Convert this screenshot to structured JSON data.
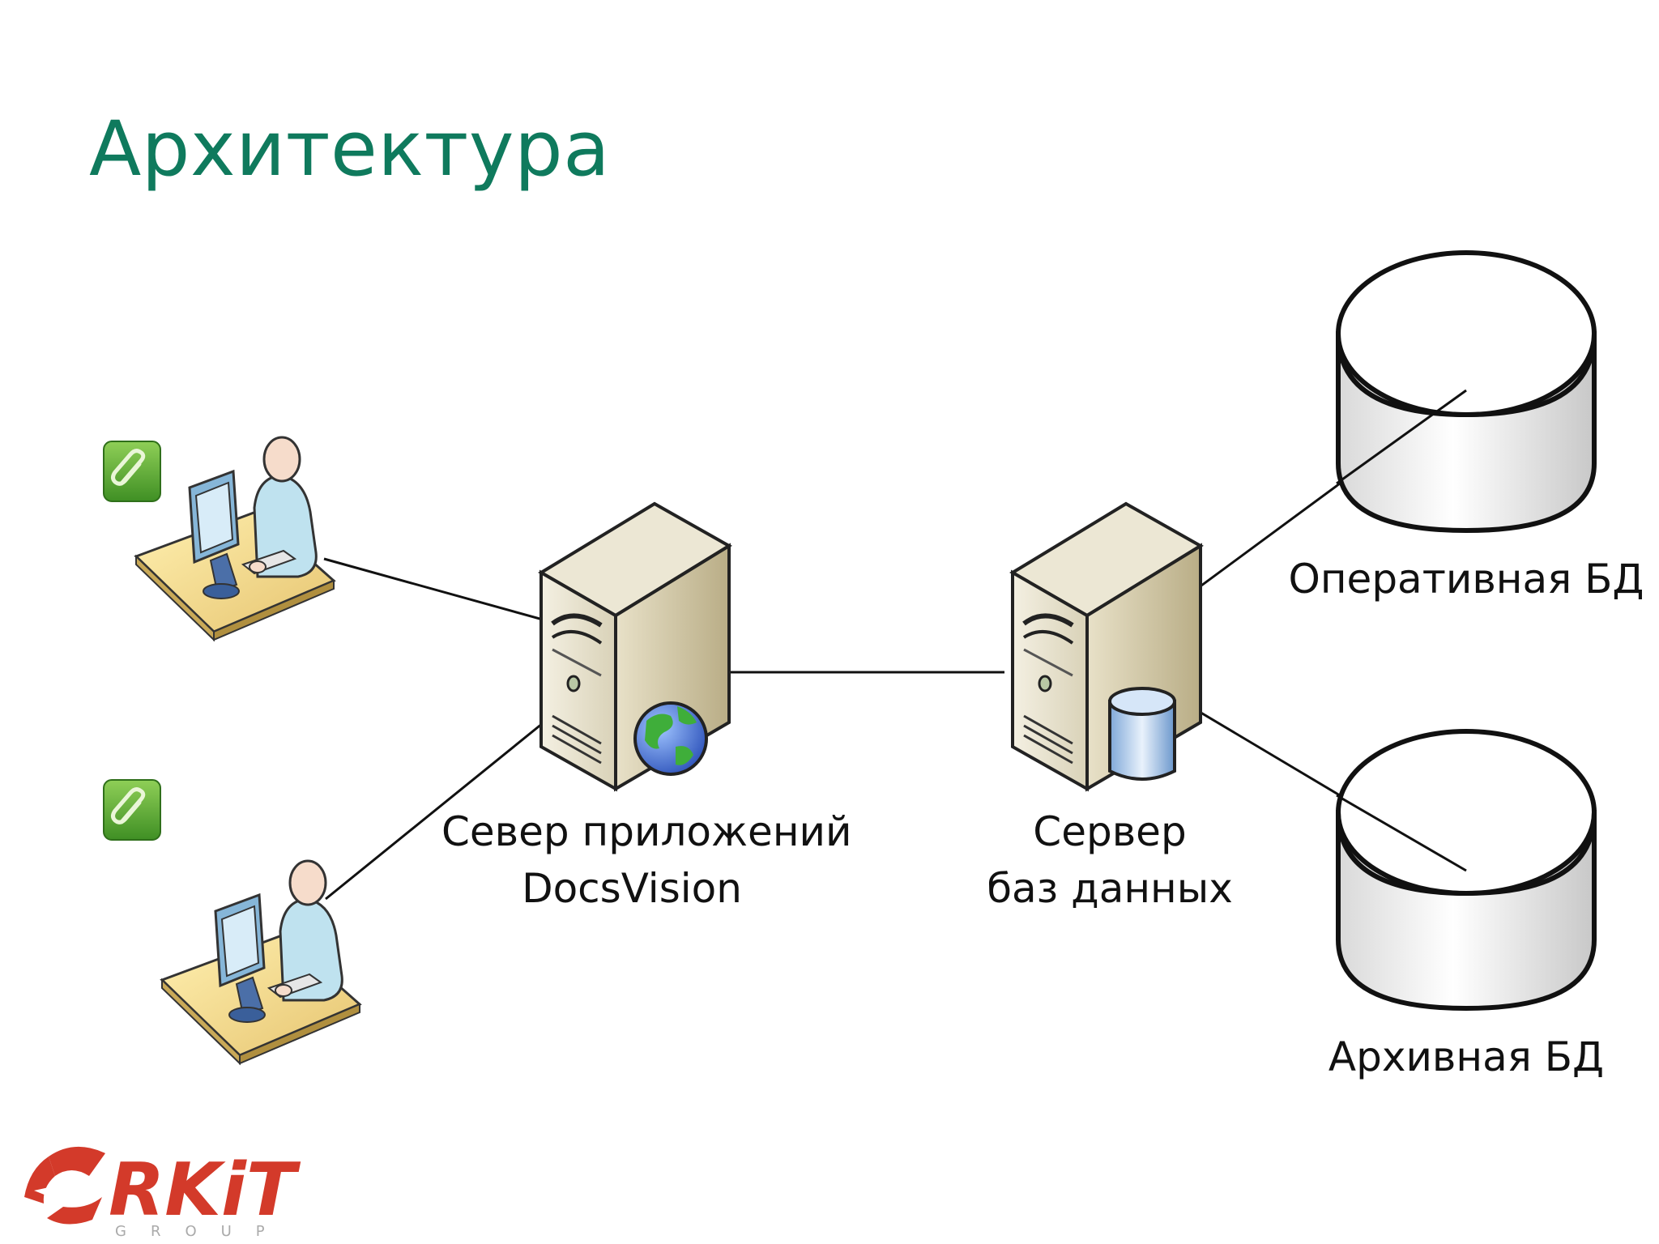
{
  "slide": {
    "title": "Архитектура"
  },
  "nodes": {
    "app_server": {
      "line1": "Север приложений",
      "line2": "DocsVision"
    },
    "db_server": {
      "line1": "Сервер",
      "line2": "баз данных"
    },
    "operative_db": {
      "label": "Оперативная БД"
    },
    "archive_db": {
      "label": "Архивная БД"
    }
  },
  "icons": {
    "client_top": "user-workstation-icon",
    "client_bottom": "user-workstation-icon",
    "badge_top": "paperclip-icon",
    "badge_bottom": "paperclip-icon",
    "app_server": "web-server-icon",
    "db_server": "database-server-icon",
    "operative_db": "database-cylinder-icon",
    "archive_db": "database-cylinder-icon"
  },
  "logo": {
    "name": "RKiT",
    "tagline": "GROUP"
  },
  "colors": {
    "title": "#0f7a5d",
    "accent_green": "#5aa53a",
    "logo_red": "#d33a2a",
    "line": "#111111"
  }
}
